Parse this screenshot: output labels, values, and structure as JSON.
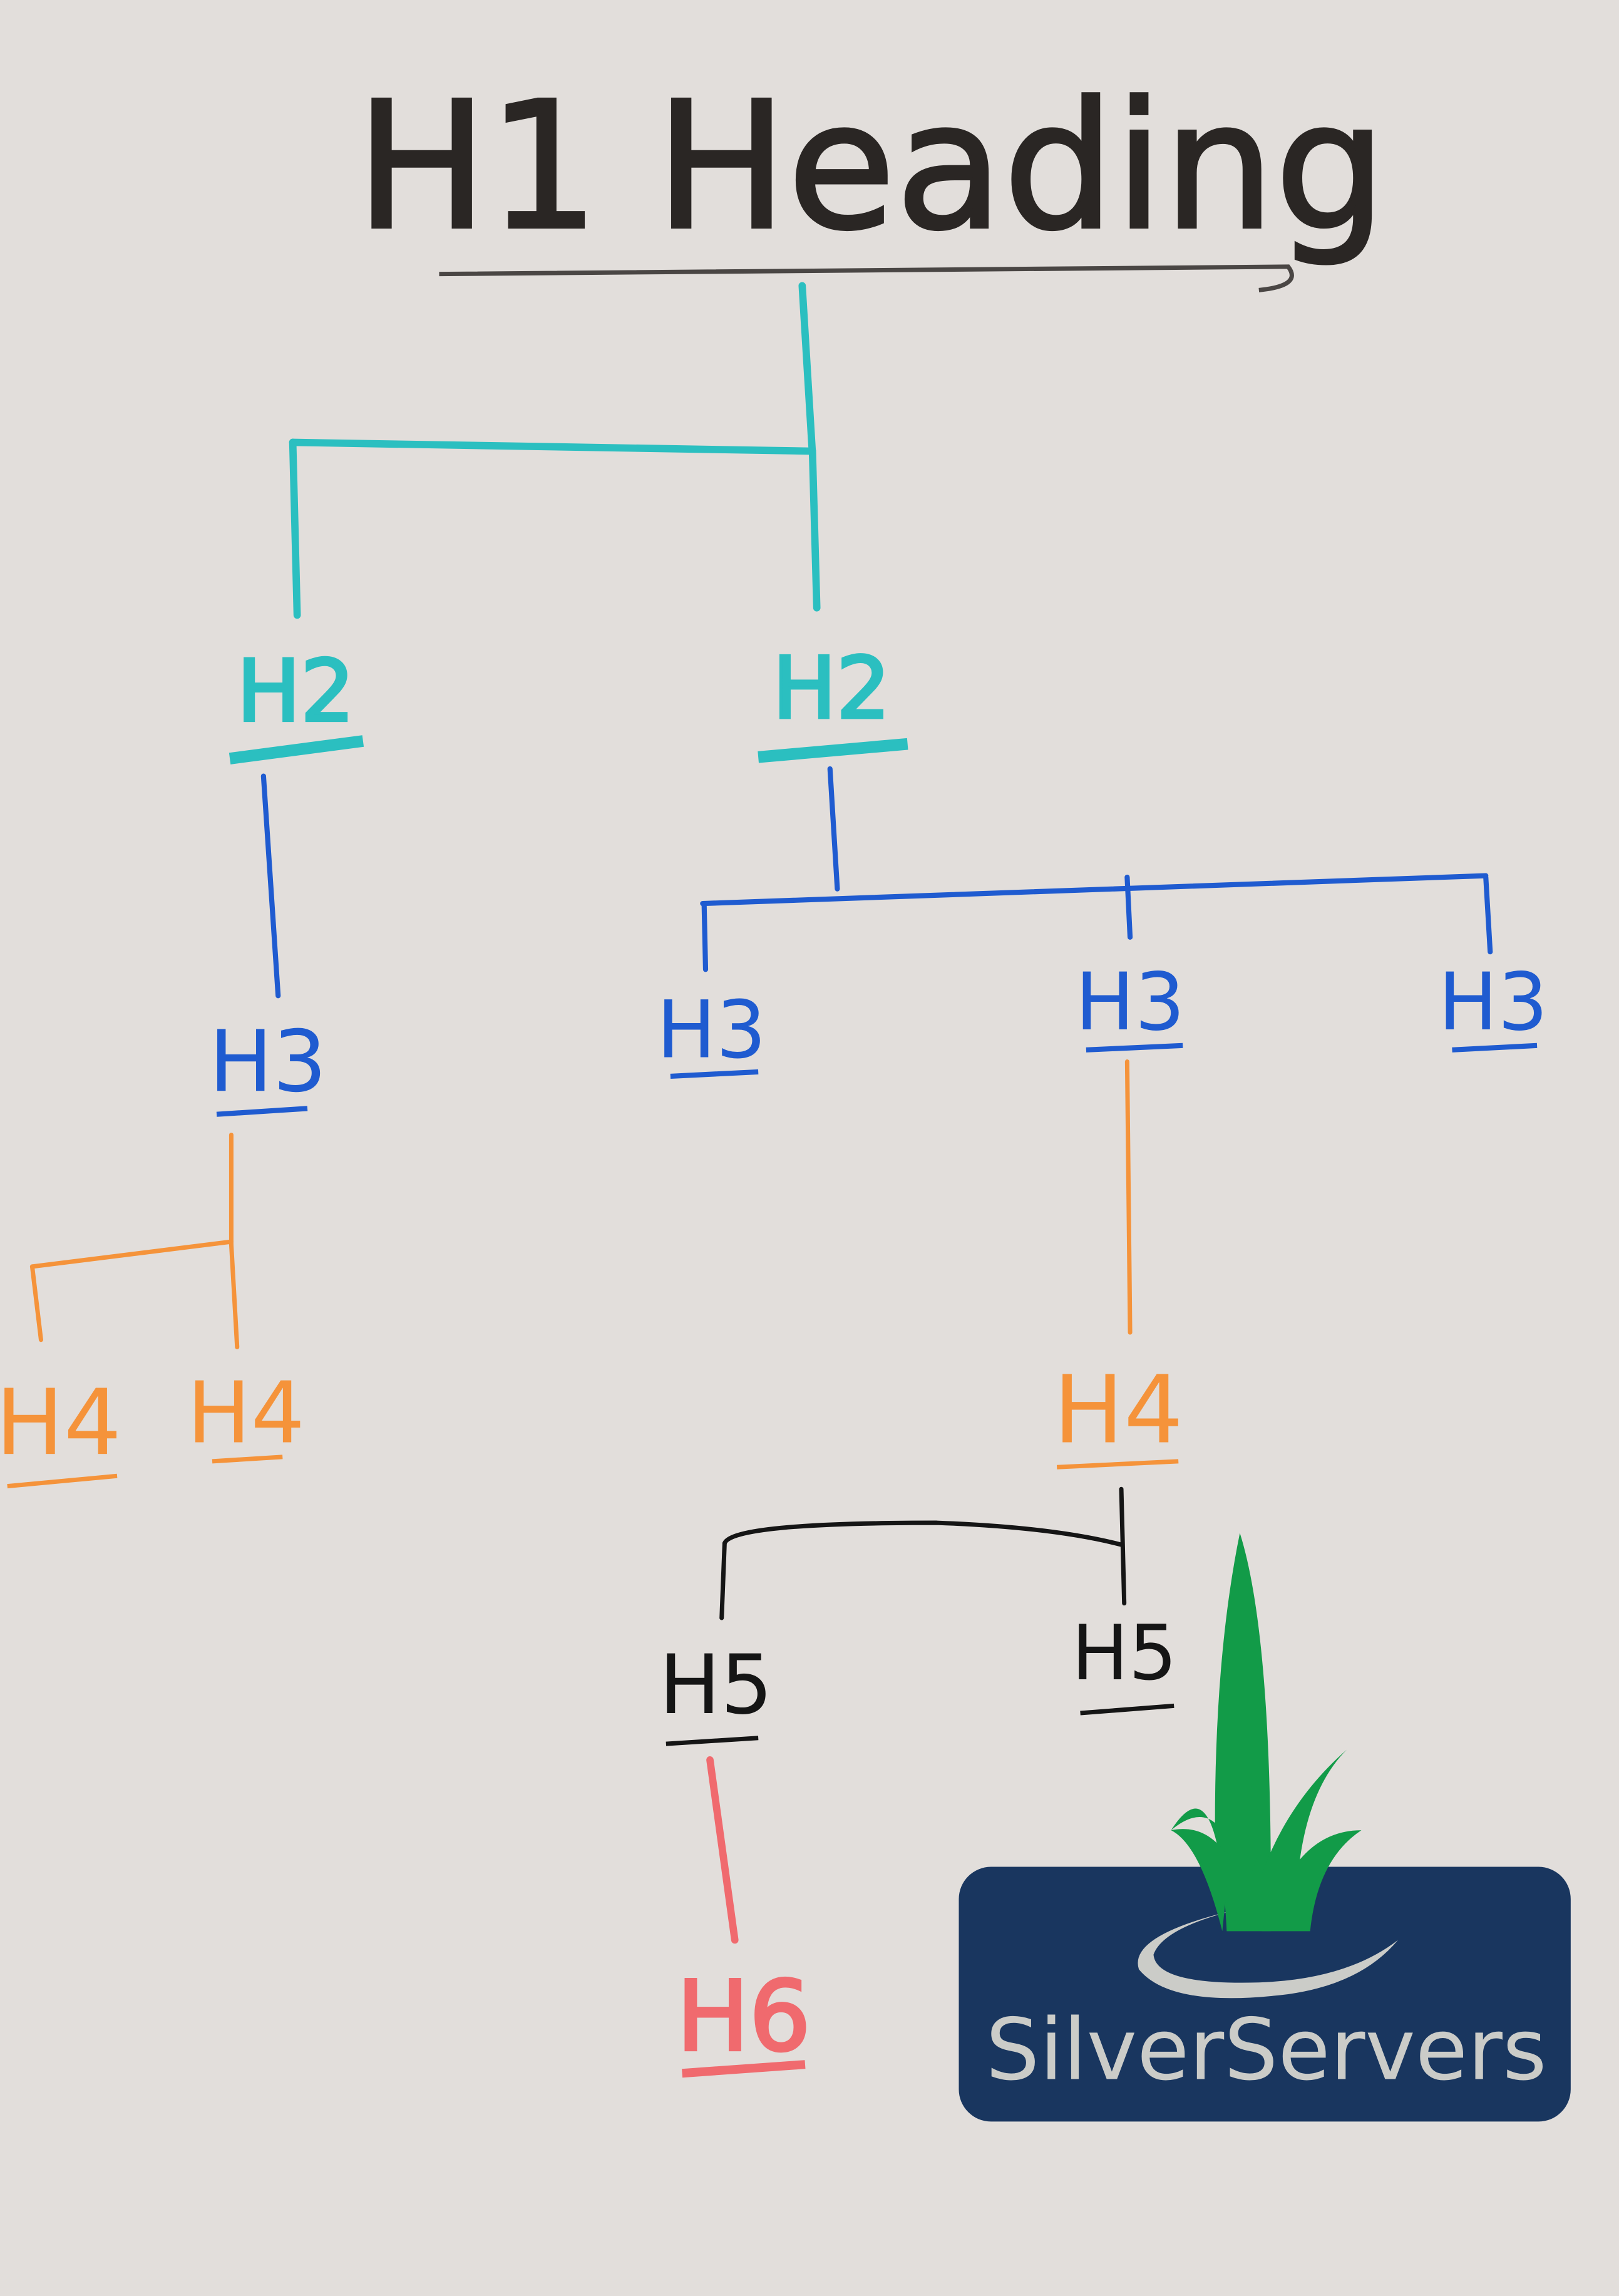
{
  "colors": {
    "board": "#e2dedb",
    "h1": "#2a2624",
    "h2": "#2bbfc0",
    "h3": "#1f5bd0",
    "h4": "#f5933a",
    "h5": "#151515",
    "h6": "#f06a6e",
    "logo_navy": "#19365f",
    "logo_green": "#129b48",
    "logo_silver": "#cbccc8"
  },
  "diagram": {
    "h1": "H1 Heading",
    "h2_left": "H2",
    "h2_right": "H2",
    "h3_left": "H3",
    "h3_right_1": "H3",
    "h3_right_2": "H3",
    "h3_right_3": "H3",
    "h4_left_1": "H4",
    "h4_left_2": "H4",
    "h4_right": "H4",
    "h5_left": "H5",
    "h5_right": "H5",
    "h6": "H6"
  },
  "logo": {
    "text": "SilverServers",
    "icon": "grass-icon"
  }
}
